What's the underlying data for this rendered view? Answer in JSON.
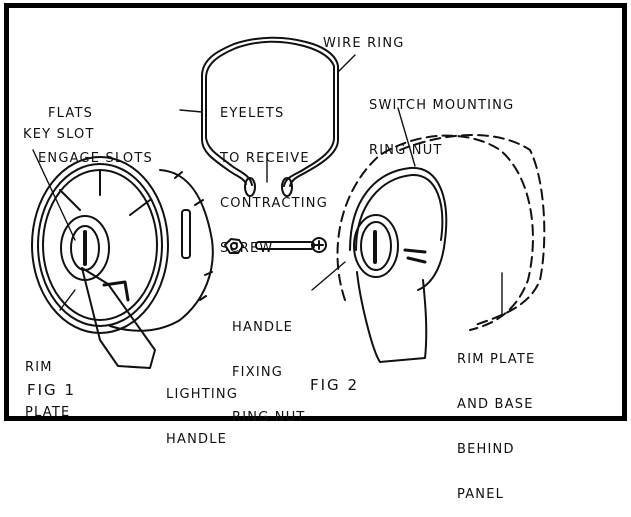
{
  "diagram": {
    "labels": {
      "wire_ring": "WIRE RING",
      "flats_engage_slots": [
        "FLATS",
        "ENGAGE SLOTS"
      ],
      "eyelets": [
        "EYELETS",
        "TO RECEIVE",
        "CONTRACTING",
        "SCREW"
      ],
      "switch_mounting_ring_nut": [
        "SWITCH MOUNTING",
        "RING NUT"
      ],
      "key_slot": "KEY SLOT",
      "handle_fixing_ring_nut": [
        "HANDLE",
        "FIXING",
        "RING NUT"
      ],
      "rim_plate": [
        "RIM",
        "PLATE"
      ],
      "lighting_handle": [
        "LIGHTING",
        "HANDLE"
      ],
      "rim_plate_and_base": [
        "RIM PLATE",
        "AND BASE",
        "BEHIND",
        "PANEL"
      ],
      "fig1": "FIG 1",
      "fig2": "FIG 2"
    },
    "colors": {
      "ink": "#111111",
      "paper": "#ffffff",
      "frame": "#000000"
    }
  }
}
